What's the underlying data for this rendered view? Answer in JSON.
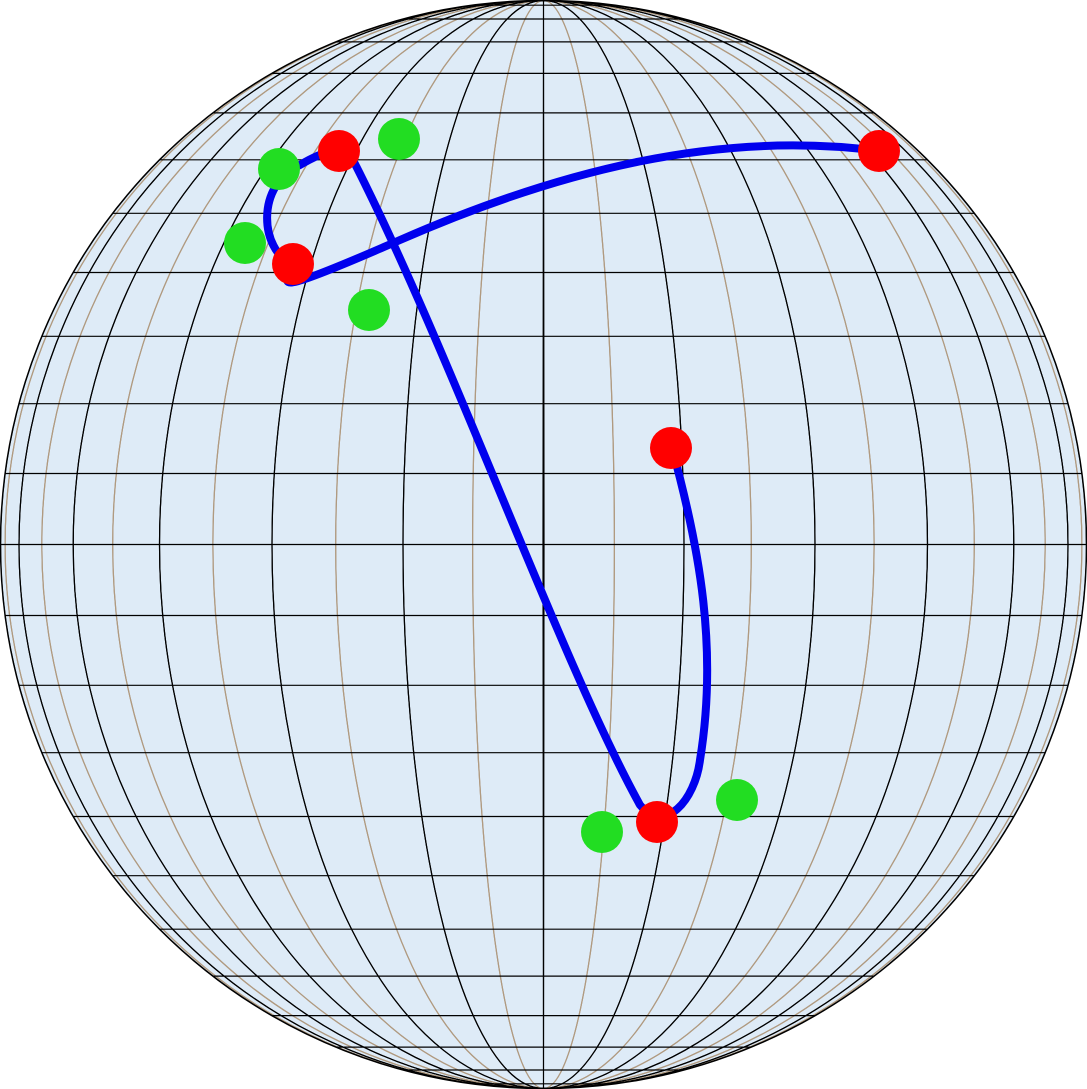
{
  "diagram": {
    "kind": "spherical-curve-on-wireframe-globe",
    "colors": {
      "sphere_fill": "#deebf7",
      "parallel_lines": "#000000",
      "meridians_front": "#000000",
      "meridians_back": "#b09a80",
      "curve": "#0000ee",
      "control_points": "#ff0000",
      "handle_points": "#22dd22"
    },
    "grid": {
      "parallels_count": 24,
      "meridians_count": 24
    }
  }
}
